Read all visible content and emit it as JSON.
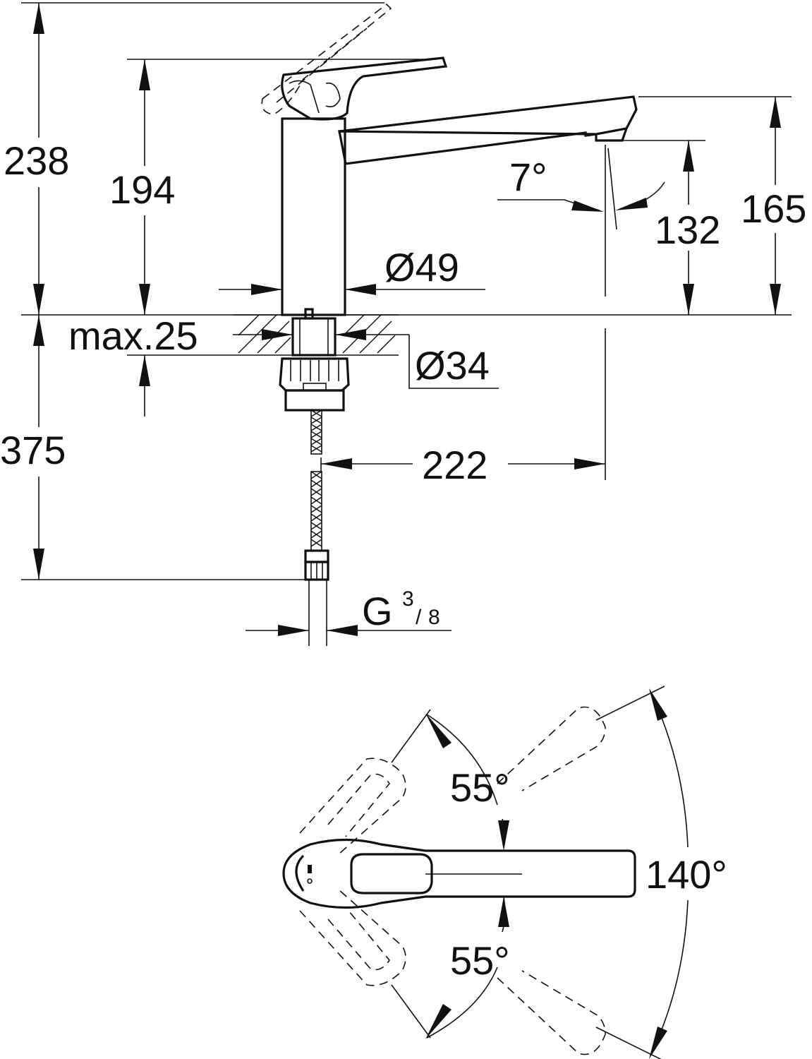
{
  "labels": {
    "total_height": "238",
    "handle_height": "194",
    "spout_height": "165",
    "outlet_height": "132",
    "spout_angle": "7°",
    "body_diameter": "Ø49",
    "max_deck": "max.25",
    "hole_diameter": "Ø34",
    "hose_length": "375",
    "spout_reach": "222",
    "thread_main": "G",
    "thread_num": "3",
    "thread_slash": "/",
    "thread_den": "8",
    "lever_up_angle": "55°",
    "lever_down_angle": "55°",
    "lever_total_angle": "140°"
  },
  "colors": {
    "line": "#111111",
    "background": "#ffffff"
  }
}
